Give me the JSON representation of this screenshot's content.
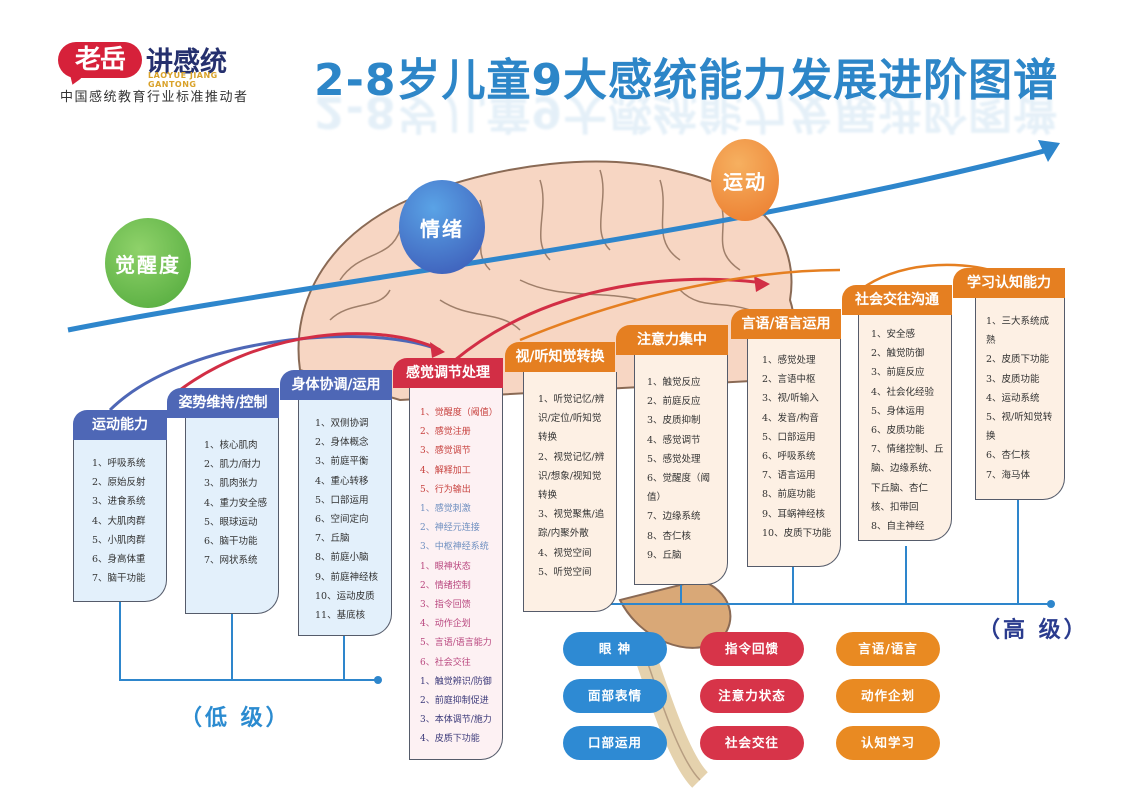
{
  "logo": {
    "badge": "老岳",
    "name": "讲感统",
    "pinyin": "LAOYUE JIANG GANTONG",
    "slogan": "中国感统教育行业标准推动者"
  },
  "title": "2-8岁儿童9大感统能力发展进阶图谱",
  "bubbles": {
    "arousal": "觉醒度",
    "emotion": "情绪",
    "motion": "运动"
  },
  "colors": {
    "title_blue": "#2d86c8",
    "card_blue": "#4e67b6",
    "card_red": "#d22e45",
    "card_orange": "#e57f21",
    "pill_blue": "#2e8ad3",
    "pill_red": "#d73449",
    "pill_orange": "#e98a22",
    "trend_arrow": "#2e86cc"
  },
  "cards": [
    {
      "title": "运动能力",
      "items": [
        "1、呼吸系统",
        "2、原始反射",
        "3、进食系统",
        "4、大肌肉群",
        "5、小肌肉群",
        "6、身高体重",
        "7、脑干功能"
      ]
    },
    {
      "title": "姿势维持/控制",
      "items": [
        "1、核心肌肉",
        "2、肌力/耐力",
        "3、肌肉张力",
        "4、重力安全感",
        "5、眼球运动",
        "6、脑干功能",
        "7、网状系统"
      ]
    },
    {
      "title": "身体协调/运用",
      "items": [
        "1、双侧协调",
        "2、身体概念",
        "3、前庭平衡",
        "4、重心转移",
        "5、口部运用",
        "6、空间定向",
        "7、丘脑",
        "8、前庭小脑",
        "9、前庭神经核",
        "10、运动皮质",
        "11、基底核"
      ]
    },
    {
      "title": "感觉调节处理",
      "groups": [
        {
          "color": "#c8423f",
          "items": [
            "1、觉醒度（阈值）",
            "2、感觉注册",
            "3、感觉调节",
            "4、解释加工",
            "5、行为输出"
          ]
        },
        {
          "color": "#6f8fc0",
          "items": [
            "1、感觉刺激",
            "2、神经元连接",
            "3、中枢神经系统"
          ]
        },
        {
          "color": "#b9477f",
          "items": [
            "1、眼神状态",
            "2、情绪控制",
            "3、指令回馈",
            "4、动作企划",
            "5、言语/语言能力",
            "6、社会交往"
          ]
        },
        {
          "color": "#3c3a7a",
          "items": [
            "1、触觉辨识/防御",
            "2、前庭抑制促进",
            "3、本体调节/施力",
            "4、皮质下功能"
          ]
        }
      ]
    },
    {
      "title": "视/听知觉转换",
      "items": [
        "1、听觉记忆/辨识/定位/听知觉转换",
        "2、视觉记忆/辨识/想象/视知觉转换",
        "3、视觉聚焦/追踪/内聚外散",
        "4、视觉空间",
        "5、听觉空间"
      ]
    },
    {
      "title": "注意力集中",
      "items": [
        "1、触觉反应",
        "2、前庭反应",
        "3、皮质抑制",
        "4、感觉调节",
        "5、感觉处理",
        "6、觉醒度（阈值）",
        "7、边缘系统",
        "8、杏仁核",
        "9、丘脑"
      ]
    },
    {
      "title": "言语/语言运用",
      "items": [
        "1、感觉处理",
        "2、言语中枢",
        "3、视/听输入",
        "4、发音/构音",
        "5、口部运用",
        "6、呼吸系统",
        "7、语言运用",
        "8、前庭功能",
        "9、耳蜗神经核",
        "10、皮质下功能"
      ]
    },
    {
      "title": "社会交往沟通",
      "items": [
        "1、安全感",
        "2、触觉防御",
        "3、前庭反应",
        "4、社会化经验",
        "5、身体运用",
        "6、皮质功能",
        "7、情绪控制、丘脑、边缘系统、下丘脑、杏仁核、扣带回",
        "8、自主神经"
      ]
    },
    {
      "title": "学习认知能力",
      "items": [
        "1、三大系统成熟",
        "2、皮质下功能",
        "3、皮质功能",
        "4、运动系统",
        "5、视/听知觉转换",
        "6、杏仁核",
        "7、海马体"
      ]
    }
  ],
  "levels": {
    "low": "（低 级）",
    "high": "（高 级）"
  },
  "pills": [
    {
      "label": "眼 神",
      "color": "blue"
    },
    {
      "label": "指令回馈",
      "color": "red"
    },
    {
      "label": "言语/语言",
      "color": "orange"
    },
    {
      "label": "面部表情",
      "color": "blue"
    },
    {
      "label": "注意力状态",
      "color": "red"
    },
    {
      "label": "动作企划",
      "color": "orange"
    },
    {
      "label": "口部运用",
      "color": "blue"
    },
    {
      "label": "社会交往",
      "color": "red"
    },
    {
      "label": "认知学习",
      "color": "orange"
    }
  ]
}
